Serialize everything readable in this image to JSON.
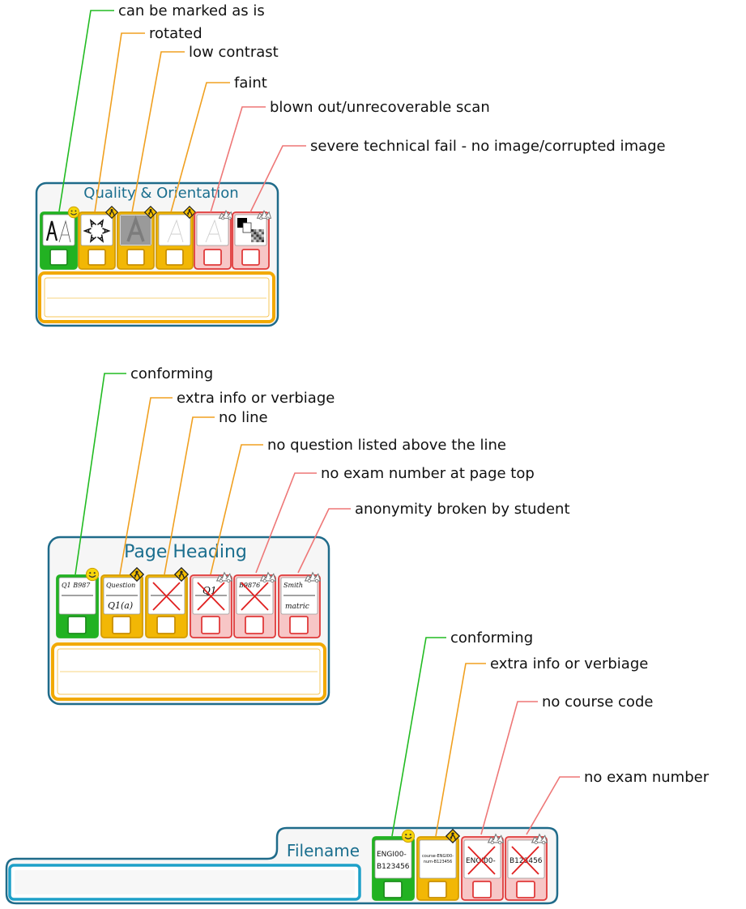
{
  "colors": {
    "green": "#22b222",
    "amber": "#f2b705",
    "red_fill": "#f7c6c6",
    "red_border": "#e03a3a",
    "panel_border": "#1f6b8a",
    "title": "#1a6e8e",
    "filename_input": "#1ea0c8",
    "leader_green": "#22bb22",
    "leader_orange": "#f0a020",
    "leader_red": "#ee7777"
  },
  "quality": {
    "title": "Quality & Orientation",
    "labels": [
      "can be marked as is",
      "rotated",
      "low contrast",
      "faint",
      "blown out/unrecoverable scan",
      "severe technical fail - no image/corrupted image"
    ],
    "tiles": [
      {
        "status": "green",
        "icon": "smiley-icon"
      },
      {
        "status": "amber",
        "icon": "warning-worker-icon"
      },
      {
        "status": "amber",
        "icon": "warning-worker-icon"
      },
      {
        "status": "amber",
        "icon": "warning-worker-icon"
      },
      {
        "status": "red",
        "icon": "wreck-icon"
      },
      {
        "status": "red",
        "icon": "wreck-icon"
      }
    ]
  },
  "heading": {
    "title": "Page Heading",
    "labels": [
      "conforming",
      "extra info or verbiage",
      "no line",
      "no question listed above the line",
      "no exam number at page top",
      "anonymity broken by student"
    ],
    "tiles": [
      {
        "status": "green",
        "icon": "smiley-icon",
        "top": "Q1  B987",
        "bottom": ""
      },
      {
        "status": "amber",
        "icon": "warning-worker-icon",
        "top": "Question",
        "bottom": "Q1(a)"
      },
      {
        "status": "amber",
        "icon": "warning-worker-icon",
        "top": "",
        "bottom": ""
      },
      {
        "status": "red",
        "icon": "wreck-icon",
        "top": "Q1",
        "bottom": ""
      },
      {
        "status": "red",
        "icon": "wreck-icon",
        "top": "B9876",
        "bottom": ""
      },
      {
        "status": "red",
        "icon": "wreck-icon",
        "top": "Smith",
        "bottom": "matric"
      }
    ]
  },
  "filename": {
    "title": "Filename",
    "labels": [
      "conforming",
      "extra info or verbiage",
      "no course code",
      "no exam number"
    ],
    "tiles": [
      {
        "status": "green",
        "icon": "smiley-icon",
        "line1": "ENGI00-",
        "line2": "B123456"
      },
      {
        "status": "amber",
        "icon": "warning-worker-icon",
        "line1": "course-ENGI00-",
        "line2": "num-B123456"
      },
      {
        "status": "red",
        "icon": "wreck-icon",
        "line1": "ENGI00-",
        "line2": ""
      },
      {
        "status": "red",
        "icon": "wreck-icon",
        "line1": "B123456",
        "line2": ""
      }
    ]
  }
}
